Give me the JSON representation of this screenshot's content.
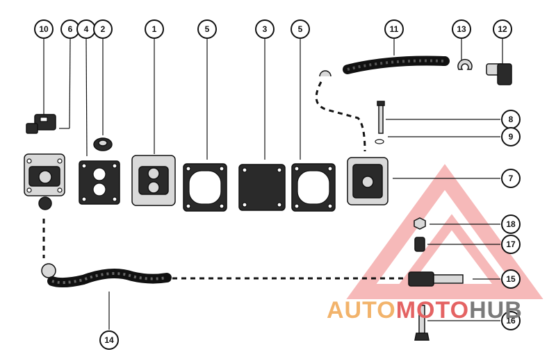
{
  "callouts": [
    {
      "id": "10",
      "label": "10"
    },
    {
      "id": "6",
      "label": "6"
    },
    {
      "id": "4",
      "label": "4"
    },
    {
      "id": "2",
      "label": "2"
    },
    {
      "id": "1",
      "label": "1"
    },
    {
      "id": "5a",
      "label": "5"
    },
    {
      "id": "3",
      "label": "3"
    },
    {
      "id": "5b",
      "label": "5"
    },
    {
      "id": "11",
      "label": "11"
    },
    {
      "id": "13",
      "label": "13"
    },
    {
      "id": "12",
      "label": "12"
    },
    {
      "id": "8",
      "label": "8"
    },
    {
      "id": "9",
      "label": "9"
    },
    {
      "id": "7",
      "label": "7"
    },
    {
      "id": "18",
      "label": "18"
    },
    {
      "id": "17",
      "label": "17"
    },
    {
      "id": "15",
      "label": "15"
    },
    {
      "id": "16",
      "label": "16"
    },
    {
      "id": "14",
      "label": "14"
    }
  ],
  "watermark": {
    "part1": "AUTO",
    "part2": "MOTO",
    "part3": "HUB",
    "colors": {
      "auto": "#f2b36b",
      "moto": "#e46363",
      "hub": "#7a7a7a",
      "logo": "#f08080"
    }
  }
}
